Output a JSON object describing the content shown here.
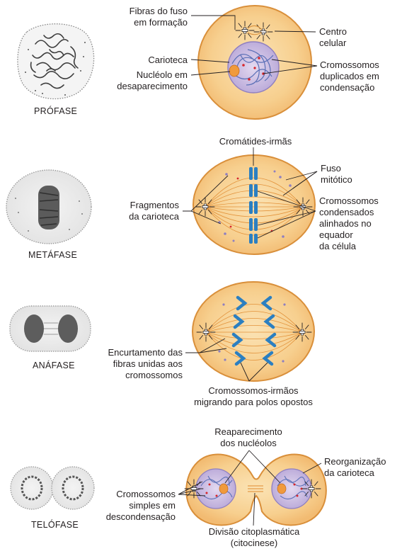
{
  "colors": {
    "cell_fill": "#f7cf8e",
    "cell_stroke": "#d98f3a",
    "nucleus_fill": "#cdbfe2",
    "chromatin": "#5a6fb6",
    "chromosome_blue": "#2b7fc1",
    "nucleolus": "#f09a3c",
    "red_dot": "#d7262b",
    "line": "#231f20"
  },
  "phases": [
    {
      "name": "PRÓFASE",
      "micrograph": "chromatin-micrograph",
      "labels": {
        "fibras": "Fibras do fuso em formação",
        "centro": "Centro celular",
        "carioteca": "Carioteca",
        "nucleolo": "Nucléolo em desaparecimento",
        "cromossomos": "Cromossomos duplicados em condensação"
      }
    },
    {
      "name": "METÁFASE",
      "micrograph": "metaphase-plate-micrograph",
      "labels": {
        "cromatides": "Cromátides-irmãs",
        "fuso": "Fuso mitótico",
        "fragmentos": "Fragmentos da carioteca",
        "cromossomos": "Cromossomos condensados alinhados no equador da célula"
      }
    },
    {
      "name": "ANÁFASE",
      "micrograph": "anaphase-micrograph",
      "labels": {
        "encurtamento": "Encurtamento das fibras unidas aos cromossomos",
        "migrando": "Cromossomos-irmãos migrando para polos opostos"
      }
    },
    {
      "name": "TELÓFASE",
      "micrograph": "telophase-micrograph",
      "labels": {
        "reaparecimento": "Reaparecimento dos nucléolos",
        "reorganizacao": "Reorganização da carioteca",
        "descondensacao": "Cromossomos simples em descondensação",
        "divisao": "Divisão citoplasmática (citocinese)"
      }
    }
  ]
}
